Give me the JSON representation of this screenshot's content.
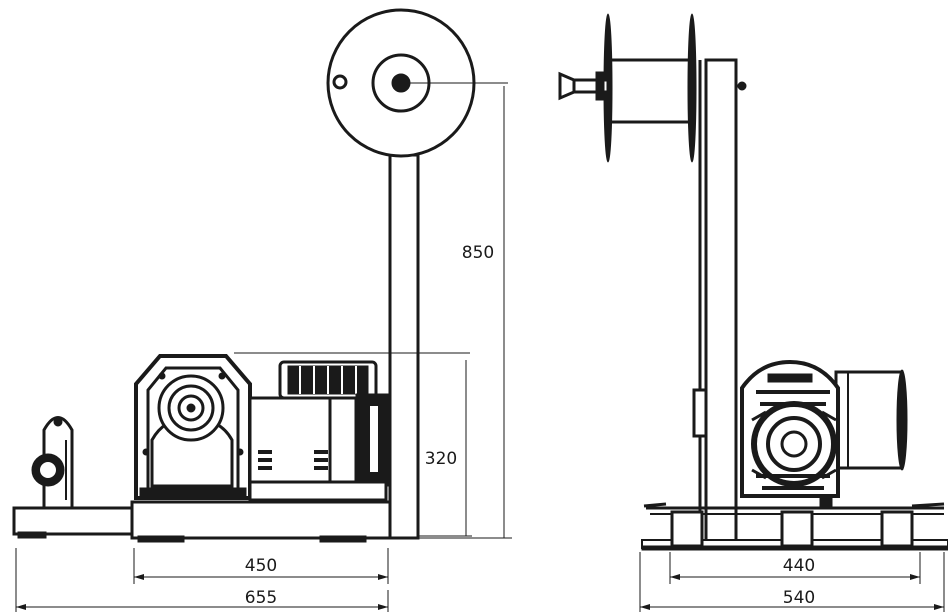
{
  "dimensions": {
    "height_total": "850",
    "height_body": "320",
    "side_inner_width": "450",
    "side_total_width": "655",
    "front_inner_width": "440",
    "front_total_width": "540"
  },
  "colors": {
    "ink": "#1a1a1a",
    "paper": "#ffffff"
  }
}
